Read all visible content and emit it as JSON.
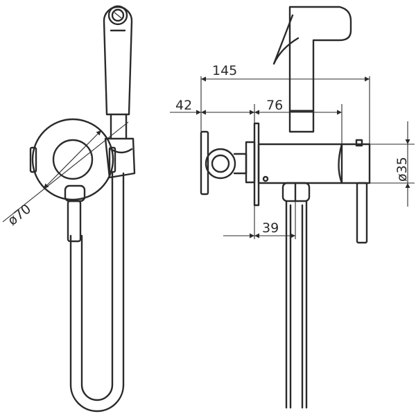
{
  "dimensions": {
    "overall_length": "145",
    "flange_offset": "42",
    "body_offset": "76",
    "diameter_body": "ø35",
    "hose_offset": "39",
    "diameter_flange": "ø70"
  },
  "colors": {
    "line": "#2a2a2a",
    "background": "#ffffff"
  }
}
